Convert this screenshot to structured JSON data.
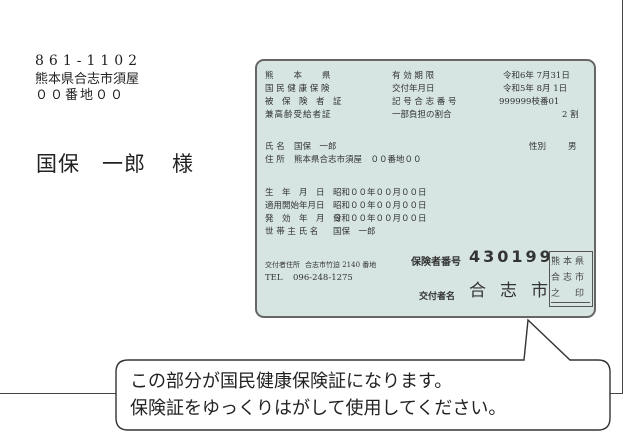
{
  "address": {
    "postal_code": "861-1102",
    "line1": "熊本県合志市須屋",
    "line2": "００番地００"
  },
  "recipient": {
    "name": "国保　一郎",
    "honorific": "様"
  },
  "card": {
    "row1": {
      "pref": "熊　　本　　県",
      "valid_label": "有 効 期 限",
      "valid_value": "令和6年 7月31日"
    },
    "row2": {
      "title": "国 民 健 康 保 険",
      "issued_label": "交付年月日",
      "issued_value": "令和5年 8月 1日"
    },
    "row3": {
      "title": "被　保　険　者　証",
      "symbol_label": "記 号 合 志 番 号",
      "symbol_value": "999999枝番01"
    },
    "row4": {
      "title": "兼高齢受給者証",
      "copay_label": "一部負担の割合",
      "copay_value": "2 割"
    },
    "name_label": "氏 名",
    "name_value": "国保　一郎",
    "sex_label": "性別",
    "sex_value": "男",
    "addr_label": "住 所",
    "addr_value": "熊本県合志市須屋　００番地００",
    "birth_label": "生　年　月　日",
    "birth_value": "昭和００年００月００日",
    "start_label": "適用開始年月日",
    "start_value": "昭和００年００月００日",
    "effect_label": "発　効　年　月　日",
    "effect_value": "令和００年００月００日",
    "head_label": "世 帯 主 氏 名",
    "head_value": "国保　一郎",
    "issuer_addr_label": "交付者住所",
    "issuer_addr_value": "合志市竹迫 2140 番地",
    "tel_label": "TEL",
    "tel_value": "096-248-1275",
    "insurer_no_label": "保険者番号",
    "insurer_no_value": "430199",
    "issuer_name_label": "交付者名",
    "issuer_name_value": "合志市",
    "seal_lines": [
      "熊本県",
      "合志市",
      "之　印"
    ]
  },
  "callout": {
    "line1": "この部分が国民健康保険証になります。",
    "line2": "保険証をゆっくりはがして使用してください。"
  }
}
